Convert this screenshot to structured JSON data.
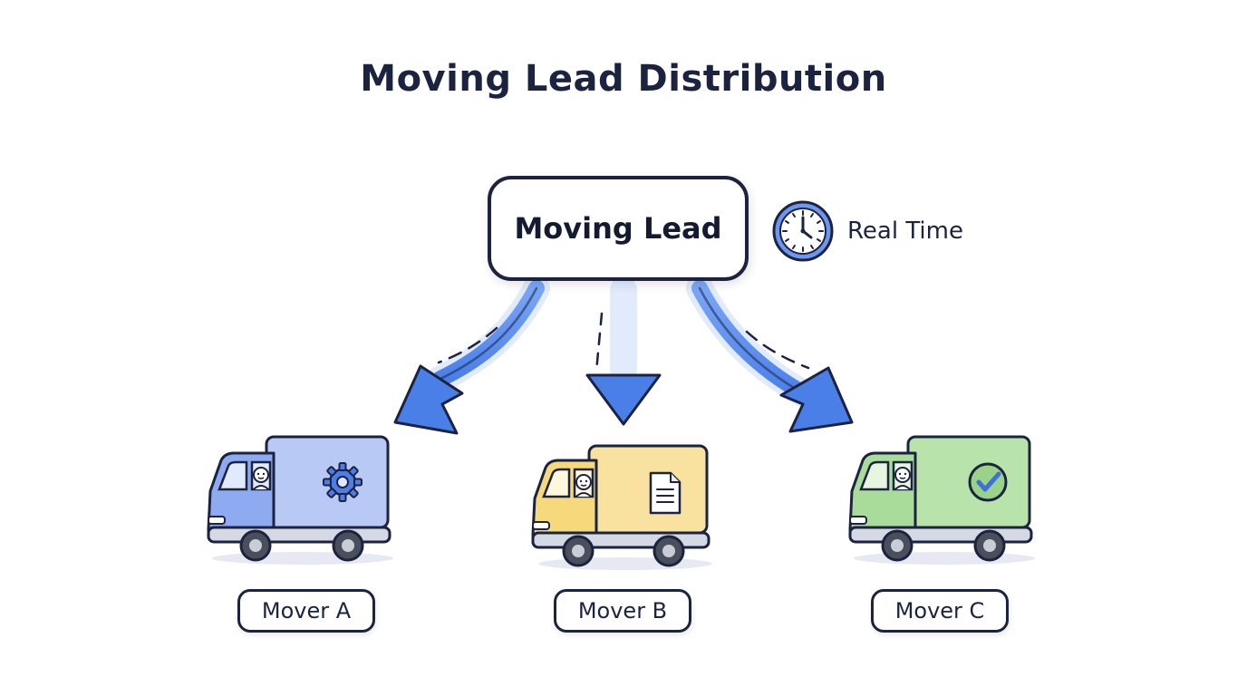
{
  "title": "Moving Lead Distribution",
  "lead": {
    "label": "Moving Lead"
  },
  "realtime": {
    "label": "Real Time",
    "icon": "clock-icon"
  },
  "colors": {
    "ink": "#1c2340",
    "arrow": "#5b8ef0",
    "truck_a": "#8eaaf0",
    "truck_b": "#f7dc8c",
    "truck_c": "#a9dc9a"
  },
  "movers": [
    {
      "label": "Mover A",
      "cargo_icon": "gear-icon",
      "color": "#8eaaf0"
    },
    {
      "label": "Mover B",
      "cargo_icon": "document-icon",
      "color": "#f7dc8c"
    },
    {
      "label": "Mover C",
      "cargo_icon": "checkmark-icon",
      "color": "#a9dc9a"
    }
  ]
}
